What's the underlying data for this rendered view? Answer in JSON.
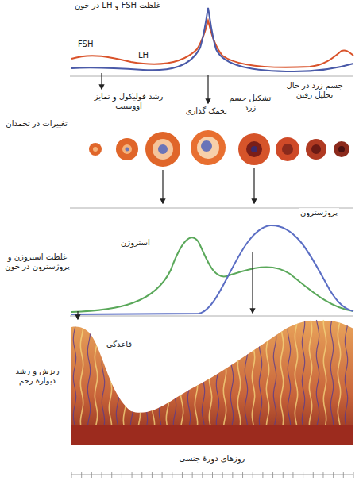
{
  "diagram": {
    "labels": [
      "غلظت FSH و LH در خون",
      "FSH",
      "LH",
      "رشد فولیکول و تمایز اووسیت",
      "تخمک گذاری",
      "تشکیل جسم زرد",
      "جسم زرد در حال تحلیل رفتن",
      "تغییرات در تخمدان",
      "استروژن",
      "پروژسترون",
      "غلظت استروژن و پروژسترون در خون",
      "قاعدگی",
      "ریزش و رشد دیوارهٔ رحم",
      "روزهای دورهٔ جنسی"
    ]
  }
}
